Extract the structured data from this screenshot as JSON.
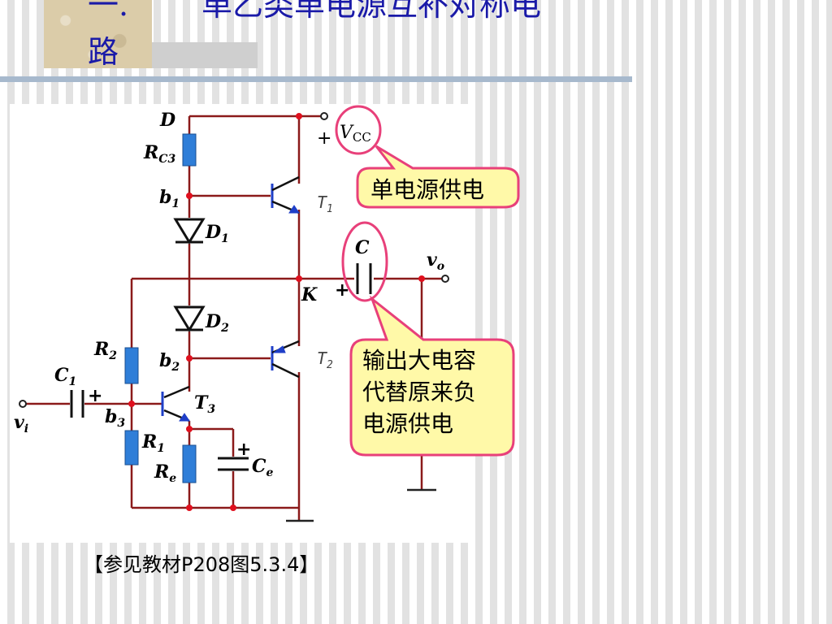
{
  "header": {
    "section_number": "一.",
    "title": "单乙类单电源互补对称电",
    "title_continuation": "路"
  },
  "diagram": {
    "labels": {
      "D": "D",
      "R_C3_main": "R",
      "R_C3_sub": "C3",
      "b1_main": "b",
      "b1_sub": "1",
      "D1_main": "D",
      "D1_sub": "1",
      "D2_main": "D",
      "D2_sub": "2",
      "K": "K",
      "T1_main": "T",
      "T1_sub": "1",
      "T2_main": "T",
      "T2_sub": "2",
      "T3_main": "T",
      "T3_sub": "3",
      "R2_main": "R",
      "R2_sub": "2",
      "b2_main": "b",
      "b2_sub": "2",
      "C1_main": "C",
      "C1_sub": "1",
      "b3_main": "b",
      "b3_sub": "3",
      "R1_main": "R",
      "R1_sub": "1",
      "Re_main": "R",
      "Re_sub": "e",
      "Ce_main": "C",
      "Ce_sub": "e",
      "vi_main": "v",
      "vi_sub": "i",
      "vo_main": "v",
      "vo_sub": "o",
      "C": "C",
      "VCC_main": "V",
      "VCC_sub": "CC",
      "plus": "+"
    },
    "callouts": {
      "supply": "单电源供电",
      "output_cap_line1": "输出大电容",
      "output_cap_line2": "代替原来负",
      "output_cap_line3": "电源供电"
    },
    "colors": {
      "wire": "#8b1a1a",
      "node": "#e0101e",
      "resistor": "#2f7ed8",
      "diode": "#111111",
      "callout_border": "#e8407a",
      "callout_fill": "#fff9a8",
      "title": "#1a1aa8"
    }
  },
  "reference": "【参见教材P208图5.3.4】"
}
